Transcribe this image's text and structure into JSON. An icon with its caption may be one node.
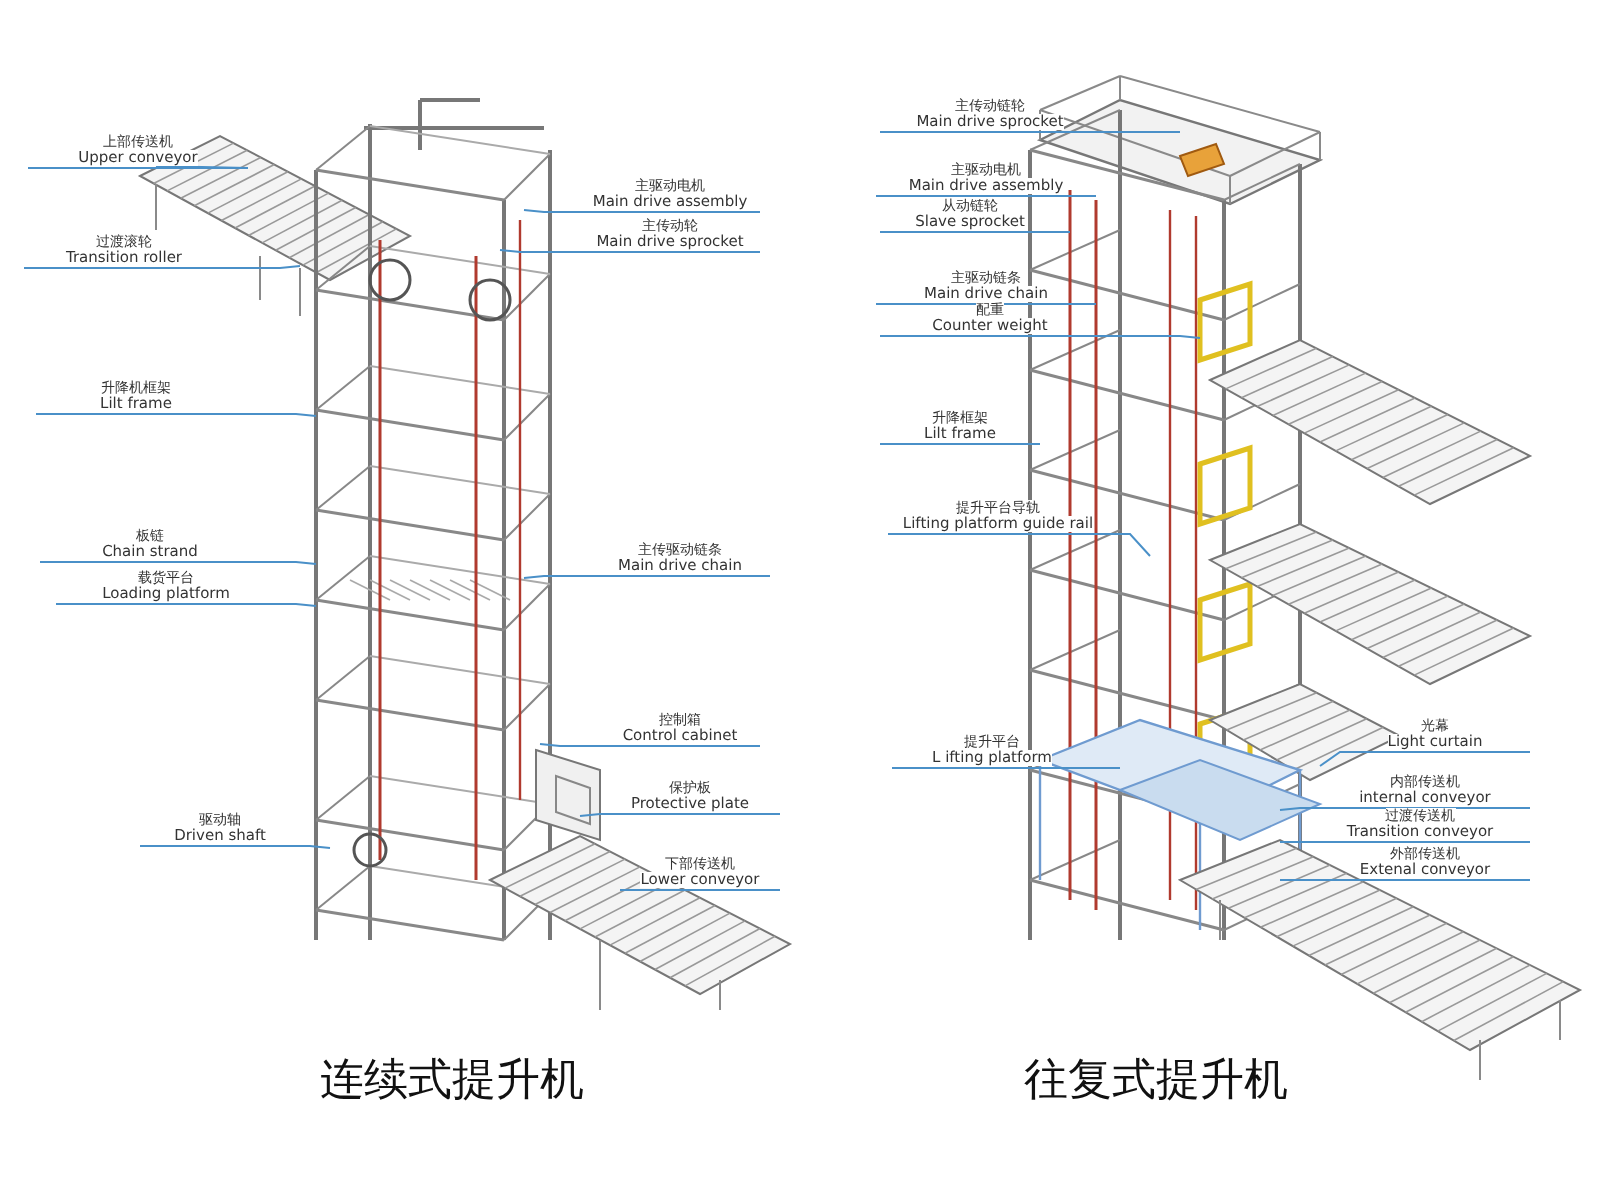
{
  "diagram": {
    "nodes": [
      {
        "text": [
          "上部传送机",
          "Upper conveyor"
        ]
      },
      {
        "text": [
          "过渡滚轮",
          "Transition roller"
        ]
      },
      {
        "text": [
          "升降机框架",
          "Lilt frame"
        ]
      },
      {
        "text": [
          "板链",
          "Chain strand"
        ]
      },
      {
        "text": [
          "载货平台",
          "Loading platform"
        ]
      },
      {
        "text": [
          "驱动轴",
          "Driven shaft"
        ]
      },
      {
        "text": [
          "主驱动电机",
          "Main drive assembly"
        ]
      },
      {
        "text": [
          "主传动轮",
          "Main drive sprocket"
        ]
      },
      {
        "text": [
          "主传驱动链条",
          "Main drive chain"
        ]
      },
      {
        "text": [
          "控制箱",
          "Control cabinet"
        ]
      },
      {
        "text": [
          "保护板",
          "Protective plate"
        ]
      },
      {
        "text": [
          "下部传送机",
          "Lower conveyor"
        ]
      },
      {
        "text": [
          "主传动链轮",
          "Main drive sprocket"
        ]
      },
      {
        "text": [
          "主驱动电机",
          "Main drive assembly"
        ]
      },
      {
        "text": [
          "从动链轮",
          "Slave sprocket"
        ]
      },
      {
        "text": [
          "主驱动链条",
          "Main drive chain"
        ]
      },
      {
        "text": [
          "配重",
          "Counter weight"
        ]
      },
      {
        "text": [
          "升降框架",
          "Lilt frame"
        ]
      },
      {
        "text": [
          "提升平台导轨",
          "Lifting platform guide rail"
        ]
      },
      {
        "text": [
          "提升平台",
          "L ifting platform"
        ]
      },
      {
        "text": [
          "光幕",
          "Light curtain"
        ]
      },
      {
        "text": [
          "内部传送机",
          "internal conveyor"
        ]
      },
      {
        "text": [
          "过渡传送机",
          "Transition conveyor"
        ]
      },
      {
        "text": [
          "外部传送机",
          "Extenal conveyor"
        ]
      }
    ],
    "edges": [
      {
        "from": 0,
        "to": null,
        "arrow": "none"
      },
      {
        "from": 1,
        "to": null,
        "arrow": "none"
      },
      {
        "from": 2,
        "to": null,
        "arrow": "none"
      },
      {
        "from": 3,
        "to": null,
        "arrow": "none"
      },
      {
        "from": 4,
        "to": null,
        "arrow": "none"
      },
      {
        "from": 5,
        "to": null,
        "arrow": "none"
      },
      {
        "from": 6,
        "to": null,
        "arrow": "none"
      },
      {
        "from": 7,
        "to": null,
        "arrow": "none"
      },
      {
        "from": 8,
        "to": null,
        "arrow": "none"
      },
      {
        "from": 9,
        "to": null,
        "arrow": "none"
      },
      {
        "from": 10,
        "to": null,
        "arrow": "none"
      },
      {
        "from": 11,
        "to": null,
        "arrow": "none"
      },
      {
        "from": 12,
        "to": null,
        "arrow": "none"
      },
      {
        "from": 13,
        "to": null,
        "arrow": "none"
      },
      {
        "from": 14,
        "to": null,
        "arrow": "none"
      },
      {
        "from": 15,
        "to": null,
        "arrow": "none"
      },
      {
        "from": 16,
        "to": null,
        "arrow": "none"
      },
      {
        "from": 17,
        "to": null,
        "arrow": "none"
      },
      {
        "from": 18,
        "to": null,
        "arrow": "none"
      },
      {
        "from": 19,
        "to": null,
        "arrow": "none"
      },
      {
        "from": 20,
        "to": null,
        "arrow": "none"
      },
      {
        "from": 21,
        "to": null,
        "arrow": "none"
      },
      {
        "from": 22,
        "to": null,
        "arrow": "none"
      },
      {
        "from": 23,
        "to": null,
        "arrow": "none"
      }
    ],
    "labels": [
      "连续式提升机",
      "往复式提升机"
    ]
  }
}
